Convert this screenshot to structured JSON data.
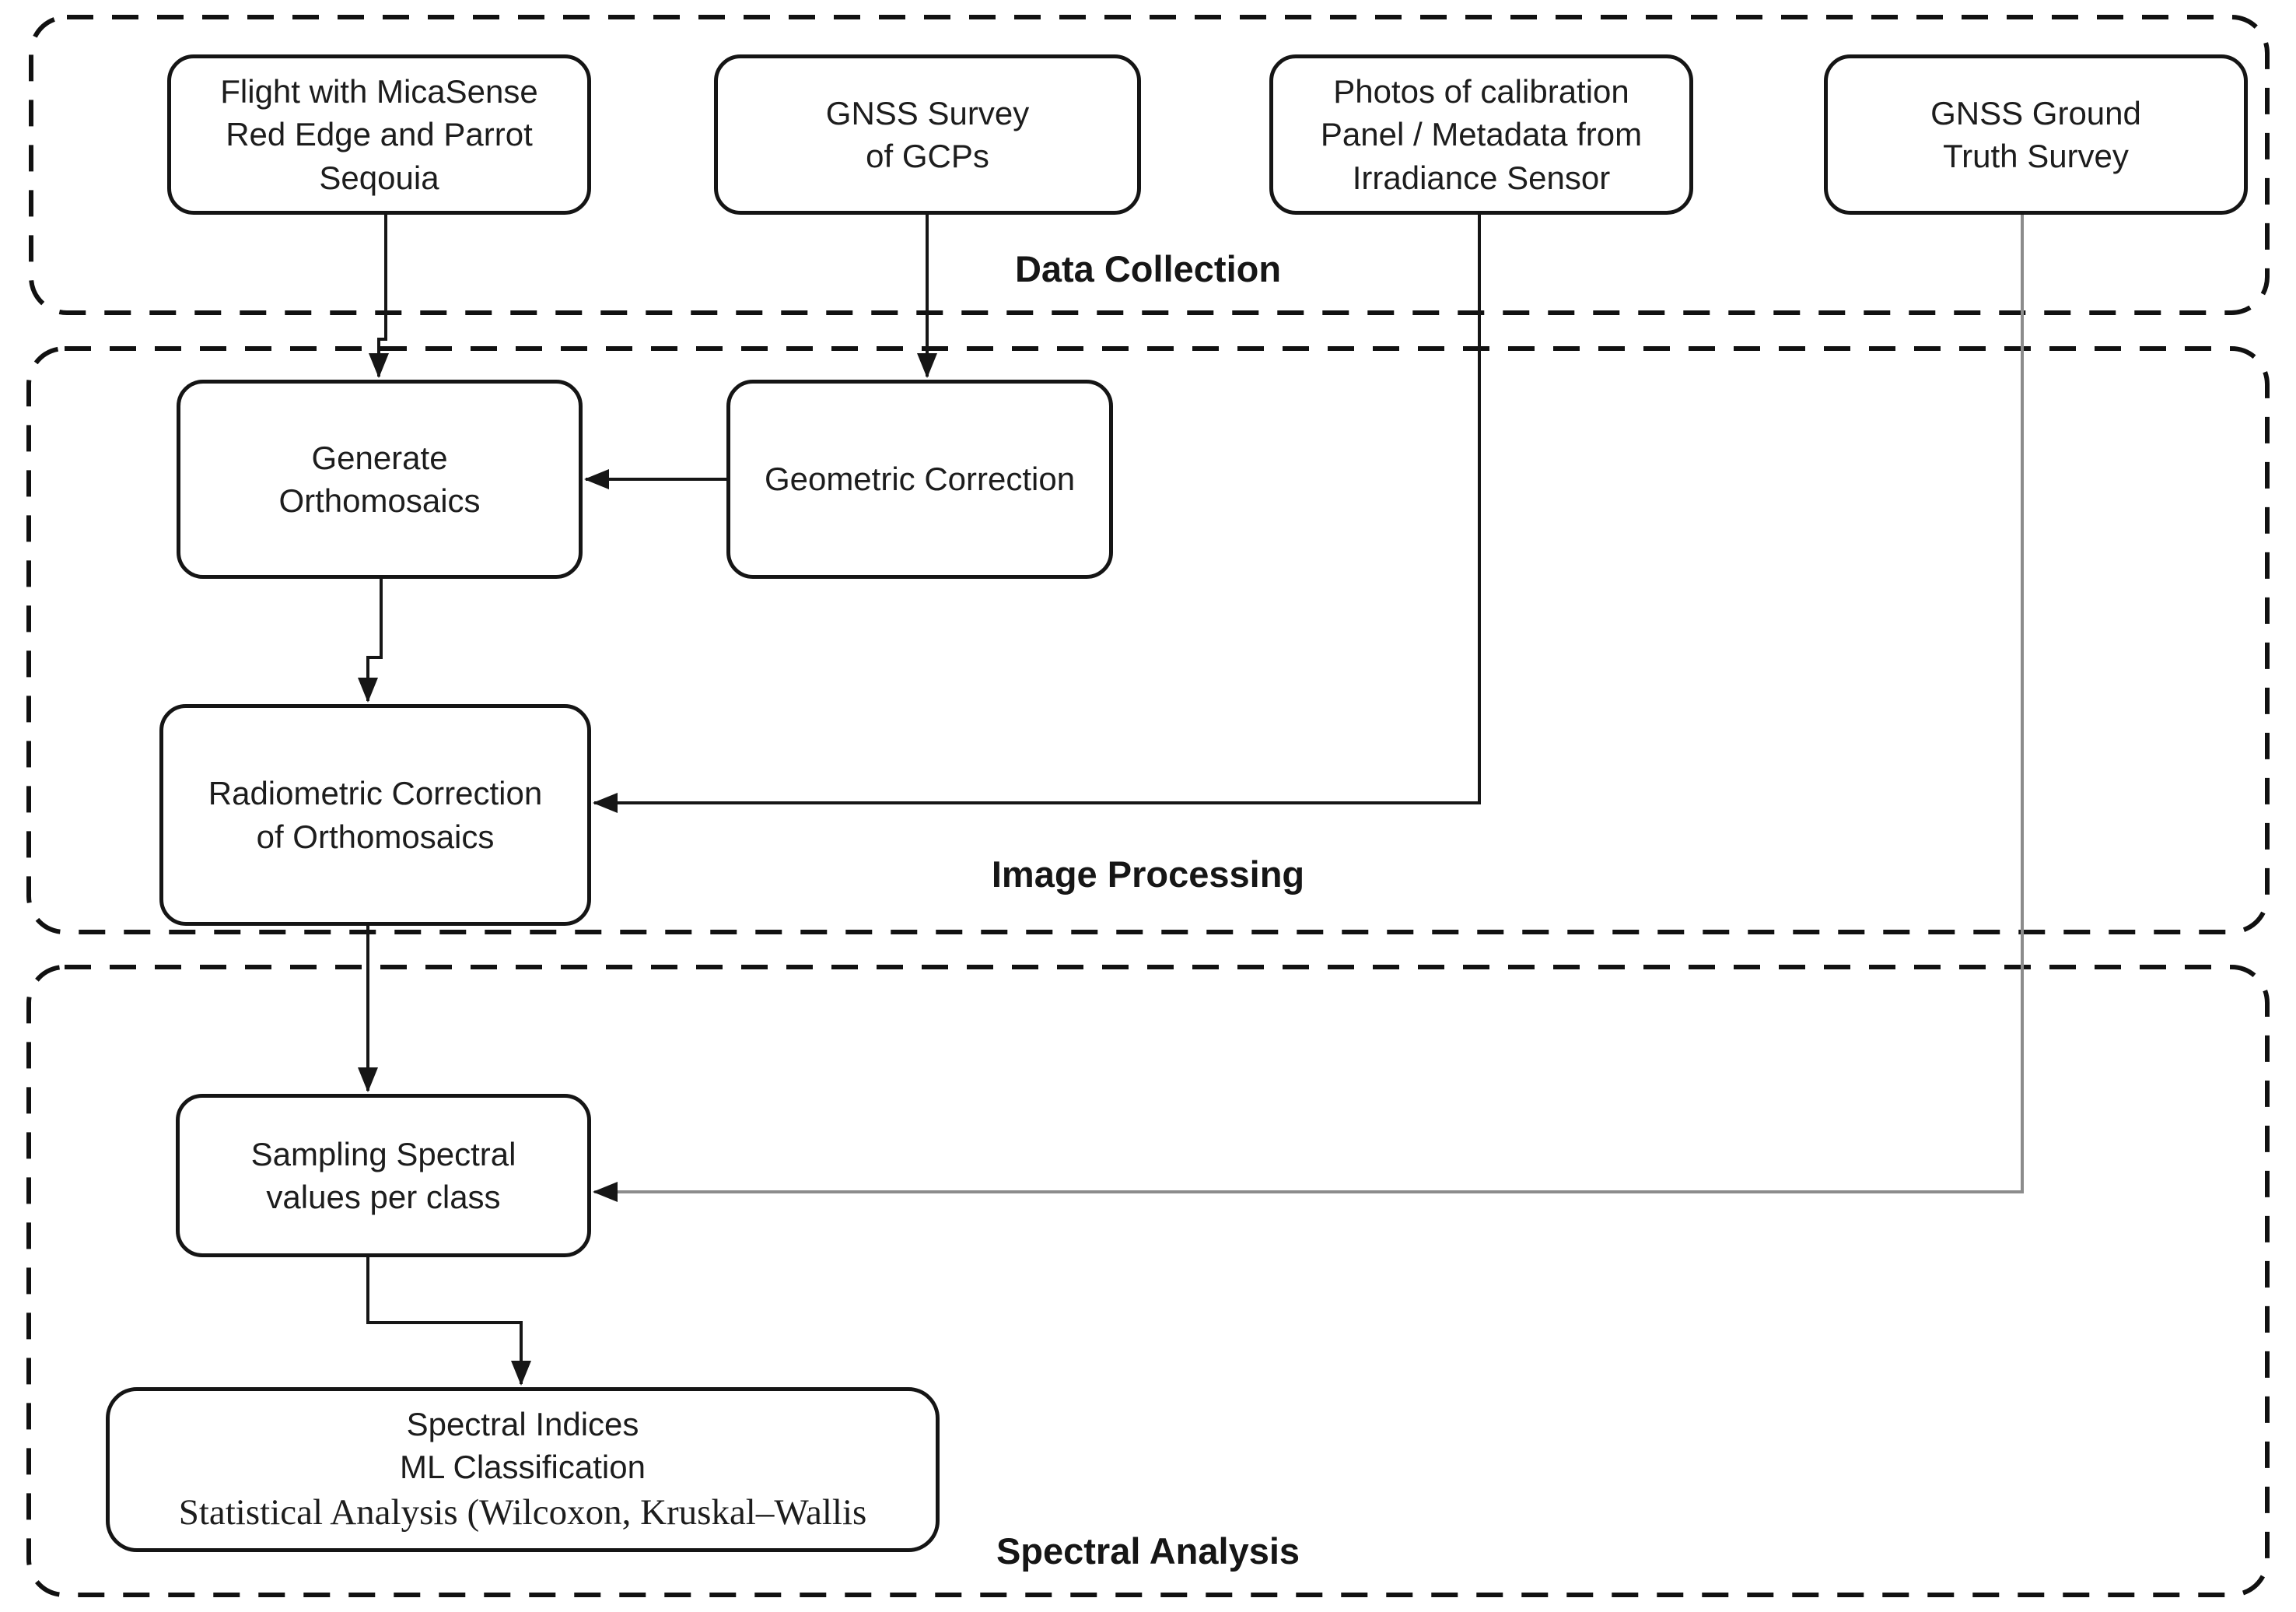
{
  "diagram": {
    "type": "flowchart",
    "sections": {
      "data_collection": {
        "label": "Data Collection"
      },
      "image_processing": {
        "label": "Image Processing"
      },
      "spectral_analysis": {
        "label": "Spectral Analysis"
      }
    },
    "nodes": {
      "flight": {
        "lines": [
          "Flight with MicaSense",
          "Red Edge and Parrot",
          "Seqouia"
        ]
      },
      "gnss_survey": {
        "lines": [
          "GNSS Survey",
          "of GCPs"
        ]
      },
      "calibration_photos": {
        "lines": [
          "Photos of calibration",
          "Panel / Metadata from",
          "Irradiance Sensor"
        ]
      },
      "gnss_ground_truth": {
        "lines": [
          "GNSS Ground",
          "Truth Survey"
        ]
      },
      "generate_orthomosaics": {
        "lines": [
          "Generate",
          "Orthomosaics"
        ]
      },
      "geometric_correction": {
        "lines": [
          "Geometric Correction"
        ]
      },
      "radiometric_correction": {
        "lines": [
          "Radiometric Correction",
          "of Orthomosaics"
        ]
      },
      "sampling_spectral": {
        "lines": [
          "Sampling Spectral",
          "values per class"
        ]
      },
      "spectral_analysis_box": {
        "lines": [
          "Spectral Indices",
          "ML Classification",
          "Statistical Analysis (Wilcoxon, Kruskal–Wallis"
        ]
      }
    },
    "edges": [
      {
        "from": "Flight with MicaSense Red Edge and Parrot Seqouia",
        "to": "Generate Orthomosaics"
      },
      {
        "from": "GNSS Survey of GCPs",
        "to": "Geometric Correction"
      },
      {
        "from": "Geometric Correction",
        "to": "Generate Orthomosaics"
      },
      {
        "from": "Generate Orthomosaics",
        "to": "Radiometric Correction of Orthomosaics"
      },
      {
        "from": "Photos of calibration Panel / Metadata from Irradiance Sensor",
        "to": "Radiometric Correction of Orthomosaics"
      },
      {
        "from": "Radiometric Correction of Orthomosaics",
        "to": "Sampling Spectral values per class"
      },
      {
        "from": "GNSS Ground Truth Survey",
        "to": "Sampling Spectral values per class"
      },
      {
        "from": "Sampling Spectral values per class",
        "to": "Spectral Indices / ML Classification / Statistical Analysis (Wilcoxon, Kruskal–Wallis"
      }
    ],
    "colors": {
      "line": "#161616",
      "gray_line": "#8c8c8c",
      "box_border": "#151515",
      "text": "#1d1d1d",
      "background": "#ffffff"
    }
  }
}
